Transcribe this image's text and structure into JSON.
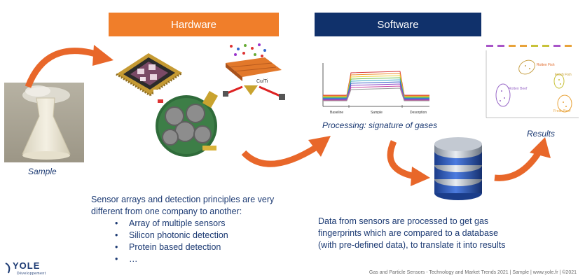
{
  "headers": {
    "hardware": "Hardware",
    "software": "Software"
  },
  "captions": {
    "sample": "Sample",
    "processing": "Processing: signature of gases",
    "results": "Results"
  },
  "hardware_text": {
    "intro_line1": "Sensor arrays and detection principles are very",
    "intro_line2": "different from one company to another:",
    "bullets": [
      "Array of multiple sensors",
      "Silicon photonic detection",
      "Protein based detection",
      "…"
    ]
  },
  "software_text": {
    "line1": "Data from sensors are processed to get gas",
    "line2": "fingerprints which are compared to a database",
    "line3": "(with pre-defined data), to translate it into results"
  },
  "processing_chart_labels": {
    "baseline": "Baseline",
    "sample": "Sample",
    "desorption": "Desorption"
  },
  "results_chart_labels": {
    "rotten_fish": "Rotten Fish",
    "fresh_fish": "Fresh Fish",
    "rotten_beef": "Rotten Beef",
    "fresh_beef": "Fresh Beef"
  },
  "footer": "Gas and Particle Sensors - Technology and Market Trends 2021 | Sample | www.yole.fr | ©2021",
  "logo": {
    "name": "YOLE",
    "sub": "Développement"
  },
  "colors": {
    "hardware_orange": "#f07e2a",
    "software_navy": "#10316b",
    "arrow_orange": "#e8672a",
    "text_navy": "#1c3a73"
  }
}
